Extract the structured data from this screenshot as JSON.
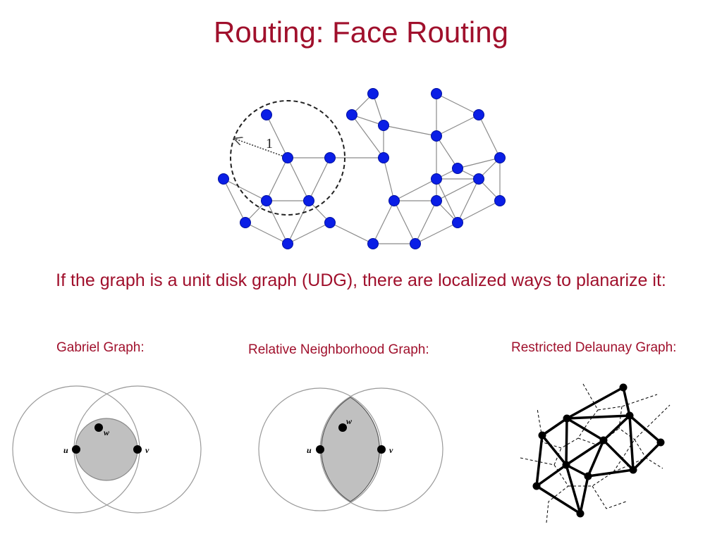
{
  "slide": {
    "title": "Routing: Face Routing",
    "subtitle": "If the graph is a unit disk graph (UDG), there are localized ways to planarize it:"
  },
  "udg_diagram": {
    "radius_label": "1",
    "node_color": "#0a1ee6"
  },
  "panels": {
    "gabriel": {
      "label": "Gabriel Graph:",
      "u": "u",
      "v": "v",
      "w": "w"
    },
    "rng": {
      "label": "Relative Neighborhood Graph:",
      "u": "u",
      "v": "v",
      "w": "w"
    },
    "rdg": {
      "label": "Restricted Delaunay Graph:"
    }
  },
  "colors": {
    "title": "#a0102c",
    "shade": "#c0c0c0",
    "circle": "#9a9a9a"
  }
}
